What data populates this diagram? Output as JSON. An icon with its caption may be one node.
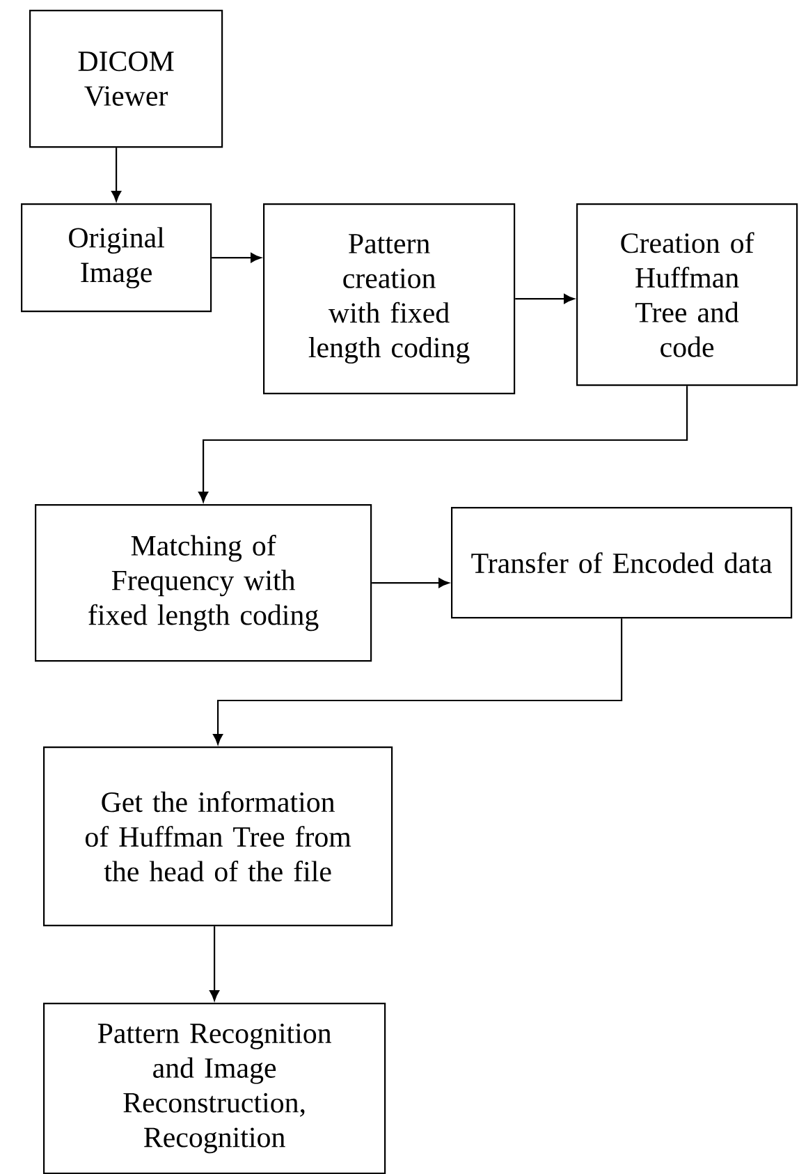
{
  "diagram": {
    "nodes": [
      {
        "text": [
          "DICOM Viewer"
        ]
      },
      {
        "text": [
          "Original Image"
        ]
      },
      {
        "text": [
          "Pattern creation with fixed length coding"
        ]
      },
      {
        "text": [
          "Creation of Huffman Tree and code"
        ]
      },
      {
        "text": [
          "Matching of Frequency with fixed length coding"
        ]
      },
      {
        "text": [
          "Transfer of Encoded data"
        ]
      },
      {
        "text": [
          "Get the information of Huffman Tree from the head of the file"
        ]
      },
      {
        "text": [
          "Pattern Recognition and Image Reconstruction, Recognition"
        ]
      }
    ],
    "edges": [
      {
        "from": 0,
        "to": 1,
        "arrow": "to"
      },
      {
        "from": 1,
        "to": 2,
        "arrow": "to"
      },
      {
        "from": 2,
        "to": 3,
        "arrow": "to"
      },
      {
        "from": 3,
        "to": 4,
        "arrow": "to"
      },
      {
        "from": 4,
        "to": 5,
        "arrow": "to"
      },
      {
        "from": 5,
        "to": 6,
        "arrow": "to"
      },
      {
        "from": 6,
        "to": 7,
        "arrow": "to"
      }
    ]
  }
}
